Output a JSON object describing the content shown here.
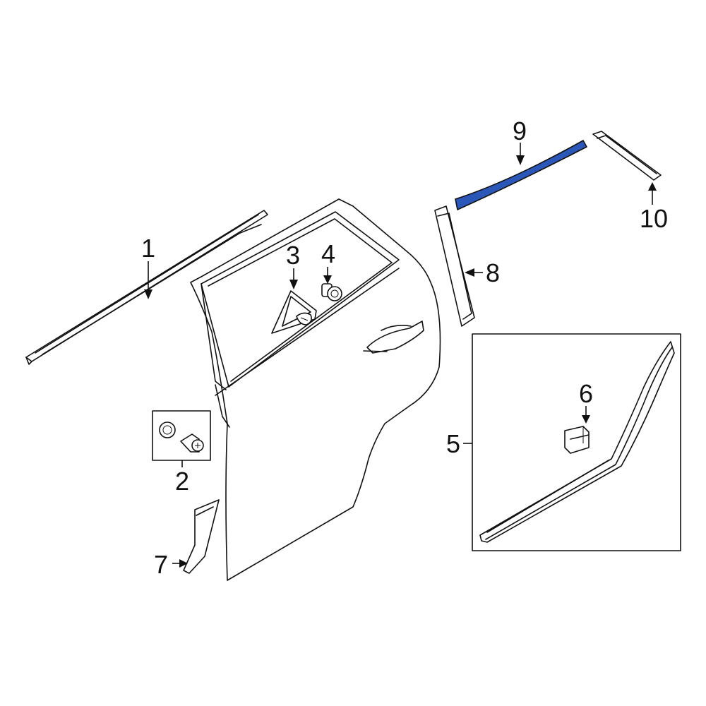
{
  "callouts": {
    "c1": "1",
    "c2": "2",
    "c3": "3",
    "c4": "4",
    "c5": "5",
    "c6": "6",
    "c7": "7",
    "c8": "8",
    "c9": "9",
    "c10": "10"
  },
  "colors": {
    "highlight_fill": "#2a57b8",
    "outline": "#111111",
    "background": "#ffffff"
  }
}
